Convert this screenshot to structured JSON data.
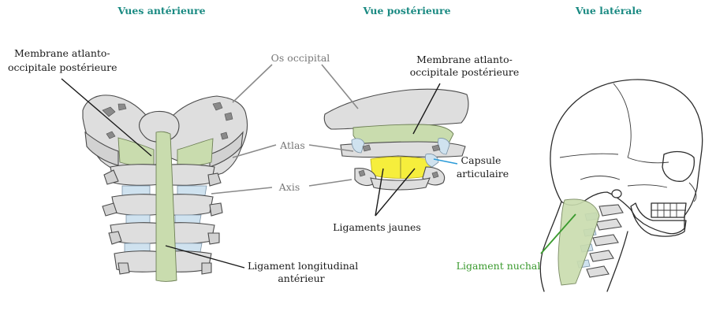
{
  "titles": {
    "anterior": "Vues antérieure",
    "posterior": "Vue postérieure",
    "lateral": "Vue latérale"
  },
  "labels": {
    "membrane_left_1": "Membrane atlanto-",
    "membrane_left_2": "occipitale postérieure",
    "os_occipital": "Os occipital",
    "membrane_right_1": "Membrane atlanto-",
    "membrane_right_2": "occipitale postérieure",
    "atlas": "Atlas",
    "axis": "Axis",
    "capsule_1": "Capsule",
    "capsule_2": "articulaire",
    "ligaments_jaunes": "Ligaments jaunes",
    "ligament_long_1": "Ligament longitudinal",
    "ligament_long_2": "antérieur",
    "ligament_nuchal": "Ligament nuchal"
  },
  "colors": {
    "title": "#1a8a82",
    "gray_label": "#777777",
    "black_label": "#1a1a1a",
    "green_label": "#3a9a2e",
    "blue_leader": "#2b9bd8",
    "ligament_green": "#c9dcae",
    "ligament_yellow": "#f6ee3c",
    "disc_blue": "#cfe2ef"
  }
}
